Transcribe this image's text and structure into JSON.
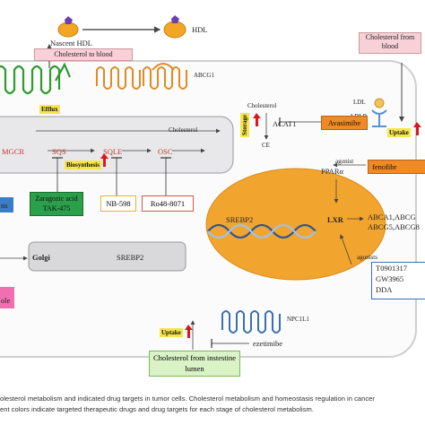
{
  "top": {
    "nascent_hdl": "Nascent HDL",
    "hdl": "HDL",
    "cholesterol_to_blood": "Cholesterol to blood",
    "abcg1": "ABCG1",
    "efflux": "Efflux",
    "cholesterol_from_blood": "Cholesterol from blood",
    "ldl": "LDL",
    "ldlr": "LDLR",
    "uptake": "Uptake"
  },
  "er": {
    "cholesterol": "Cholesterol",
    "hmgcr": "MGCR",
    "sqs": "SQS",
    "sqle": "SQLE",
    "osc": "OSC",
    "biosynthesis": "Biosynthesis"
  },
  "storage": {
    "cholesterol": "Cholesterol",
    "storage": "Storage",
    "acat1": "ACAT1",
    "ce": "CE",
    "avasimibe": "Avasimibe"
  },
  "drugs": {
    "zaragozic": "Zaragozic acid TAK-475",
    "nb598": "NB-598",
    "ro48": "Ro48-8071",
    "statins": "ns",
    "azole": "ole"
  },
  "nucleus": {
    "ppar": "PPARα",
    "agonist": "agonist",
    "fenofibrate": "fenofibr",
    "srebp2": "SREBP2",
    "lxr": "LXR",
    "lxr_targets": "ABCA1,ABCG",
    "lxr_targets2": "ABCG5,ABCG8",
    "agonists": "agonists",
    "agonist_list": [
      "T0901317",
      "GW3965",
      "DDA"
    ]
  },
  "golgi": {
    "golgi": "Golgi",
    "srebp2": "SREBP2"
  },
  "intestine": {
    "npc1l1": "NPC1L1",
    "uptake": "Uptake",
    "ezetimibe": "ezetimibe",
    "lumen": "Cholesterol from instestine lumen"
  },
  "caption": {
    "line1": "olesterol metabolism and indicated drug targets in tumor cells. Cholesterol metabolism and homeostasis regulation in cancer",
    "line2": "ent colors indicate targeted therapeutic drugs and drug targets for each stage of cholesterol metabolism."
  },
  "colors": {
    "cell_border": "#d9d9d9",
    "er_fill": "#e6e6e6",
    "nucleus_fill": "#f2a52e",
    "membrane_green": "#3aa83a",
    "membrane_orange": "#e8912c",
    "membrane_blue": "#3b6fb3",
    "arrow_red": "#d7191c"
  }
}
